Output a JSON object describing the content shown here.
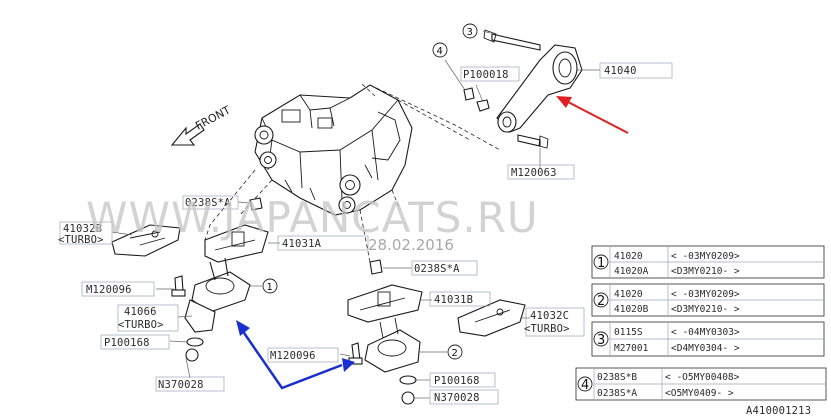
{
  "watermark": {
    "text": "WWW.JAPANCATS.RU",
    "date": "28.02.2016"
  },
  "front_label": "FRONT",
  "diagram_code": "A410001213",
  "callouts": [
    {
      "id": "c3",
      "num": "3"
    },
    {
      "id": "c4",
      "num": "4"
    },
    {
      "id": "c1",
      "num": "1"
    },
    {
      "id": "c2",
      "num": "2"
    }
  ],
  "labels": {
    "p41040": "41040",
    "p100018": "P100018",
    "m120063": "M120063",
    "s0238a_top": "0238S*A",
    "p41032b": "41032B",
    "turbo_b": "<TURBO>",
    "p41031a": "41031A",
    "s0238a_mid": "0238S*A",
    "m120096_left": "M120096",
    "p41066": "41066",
    "turbo_66": "<TURBO>",
    "p100168_left": "P100168",
    "n370028_left": "N370028",
    "p41031b": "41031B",
    "p41032c": "41032C",
    "turbo_c": "<TURBO>",
    "m120096_bottom": "M120096",
    "p100168_bottom": "P100168",
    "n370028_bottom": "N370028"
  },
  "table": [
    {
      "num": "1",
      "rows": [
        {
          "part": "41020",
          "range": "< -03MY0209>"
        },
        {
          "part": "41020A",
          "range": "<D3MY0210- >"
        }
      ]
    },
    {
      "num": "2",
      "rows": [
        {
          "part": "41020",
          "range": "< -03MY0209>"
        },
        {
          "part": "41020B",
          "range": "<D3MY0210- >"
        }
      ]
    },
    {
      "num": "3",
      "rows": [
        {
          "part": "0115S",
          "range": "< -04MY0303>"
        },
        {
          "part": "M27001",
          "range": "<D4MY0304- >"
        }
      ]
    },
    {
      "num": "4",
      "rows": [
        {
          "part": "0238S*B",
          "range": "< -O5MY00408>"
        },
        {
          "part": "0238S*A",
          "range": "<O5MY0409- >"
        }
      ]
    }
  ],
  "colors": {
    "red_arrow": "#e02020",
    "blue_arrow": "#1a2fd0",
    "watermark": "#c4c4c4"
  }
}
